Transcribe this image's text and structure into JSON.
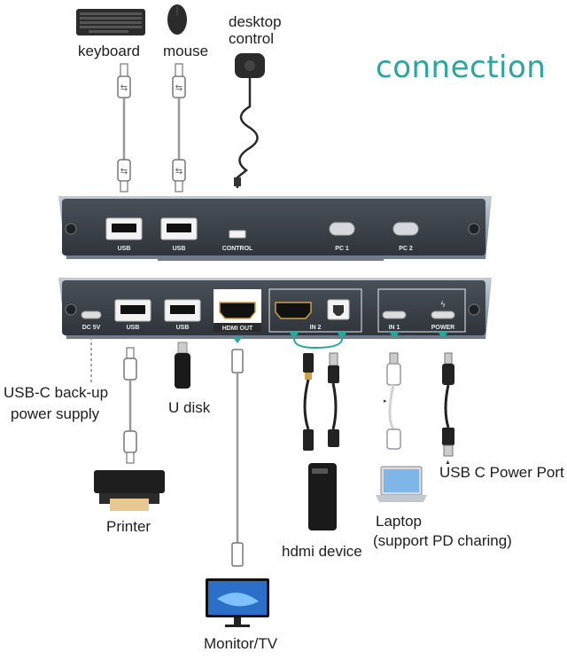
{
  "title": "connection",
  "labels": {
    "keyboard": "keyboard",
    "mouse": "mouse",
    "desktop_control": [
      "desktop",
      "control"
    ],
    "usbc_backup": [
      "USB-C back-up",
      "power supply"
    ],
    "u_disk": "U disk",
    "printer": "Printer",
    "hdmi_device": "hdmi device",
    "laptop": [
      "Laptop",
      "(support PD charing)"
    ],
    "usbc_power_port": "USB C Power Port",
    "monitor": "Monitor/TV"
  },
  "front_panel": {
    "ports": [
      "USB",
      "USB",
      "CONTROL",
      "PC 1",
      "PC 2"
    ]
  },
  "back_panel": {
    "ports": [
      "DC 5V",
      "USB",
      "USB",
      "HDMI OUT",
      "IN 2",
      "IN 1",
      "POWER"
    ]
  },
  "colors": {
    "accent": "#2aa79b",
    "panel": "#3a3f47",
    "panel_edge": "#8a95a3"
  }
}
